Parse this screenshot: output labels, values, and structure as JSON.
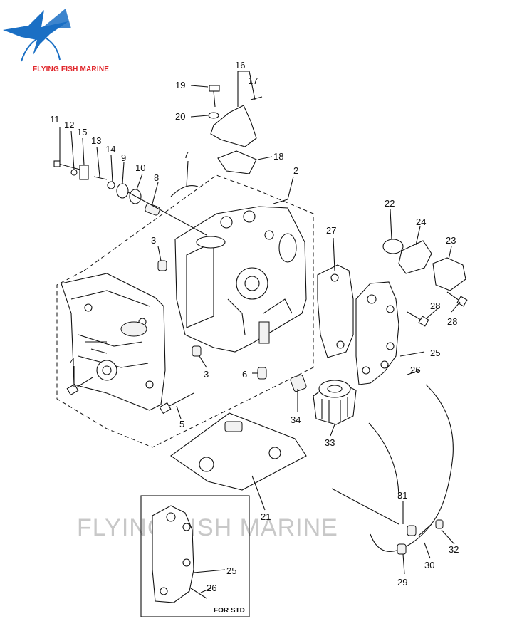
{
  "brand": {
    "name": "FLYING FISH MARINE",
    "watermark": "FLYING FISH MARINE",
    "logo_icon": "fish-logo-icon",
    "brand_color": "#1a6fc4",
    "text_color": "#e0262b"
  },
  "inset": {
    "label": "FOR STD"
  },
  "callouts": {
    "p2": "2",
    "p3a": "3",
    "p3b": "3",
    "p4": "4",
    "p5": "5",
    "p6": "6",
    "p7": "7",
    "p8": "8",
    "p9": "9",
    "p10": "10",
    "p11": "11",
    "p12": "12",
    "p13": "13",
    "p14": "14",
    "p15": "15",
    "p16": "16",
    "p17": "17",
    "p18": "18",
    "p19": "19",
    "p20": "20",
    "p21": "21",
    "p22": "22",
    "p23": "23",
    "p24": "24",
    "p25a": "25",
    "p25b": "25",
    "p26a": "26",
    "p26b": "26",
    "p27": "27",
    "p28a": "28",
    "p28b": "28",
    "p29": "29",
    "p30": "30",
    "p31": "31",
    "p32": "32",
    "p33": "33",
    "p34": "34"
  }
}
